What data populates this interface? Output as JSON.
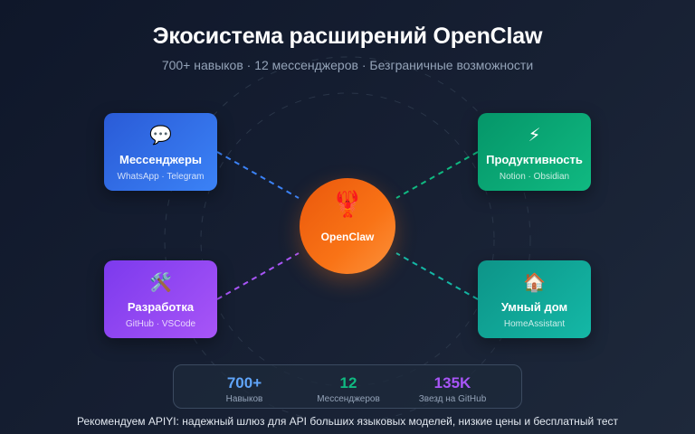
{
  "header": {
    "title": "Экосистема расширений OpenClaw",
    "subtitle": "700+ навыков · 12 мессенджеров · Безграничные возможности"
  },
  "hub": {
    "icon": "🦞",
    "icon_name": "lobster-icon",
    "label": "OpenClaw",
    "color": "#f97316"
  },
  "categories": [
    {
      "icon": "💬",
      "icon_name": "speech-bubble-icon",
      "title": "Мессенджеры",
      "subtitle": "WhatsApp · Telegram",
      "color": "#3b82f6"
    },
    {
      "icon": "⚡",
      "icon_name": "lightning-icon",
      "title": "Продуктивность",
      "subtitle": "Notion · Obsidian",
      "color": "#10b981"
    },
    {
      "icon": "🛠️",
      "icon_name": "tools-icon",
      "title": "Разработка",
      "subtitle": "GitHub · VSCode",
      "color": "#a855f7"
    },
    {
      "icon": "🏠",
      "icon_name": "house-icon",
      "title": "Умный дом",
      "subtitle": "HomeAssistant",
      "color": "#14b8a6"
    }
  ],
  "stats": [
    {
      "value": "700+",
      "label": "Навыков",
      "color": "#60a5fa"
    },
    {
      "value": "12",
      "label": "Мессенджеров",
      "color": "#10b981"
    },
    {
      "value": "135K",
      "label": "Звезд на GitHub",
      "color": "#a855f7"
    }
  ],
  "footer": {
    "text": "Рекомендуем APIYI: надежный шлюз для API больших языковых моделей, низкие цены и бесплатный тест"
  }
}
